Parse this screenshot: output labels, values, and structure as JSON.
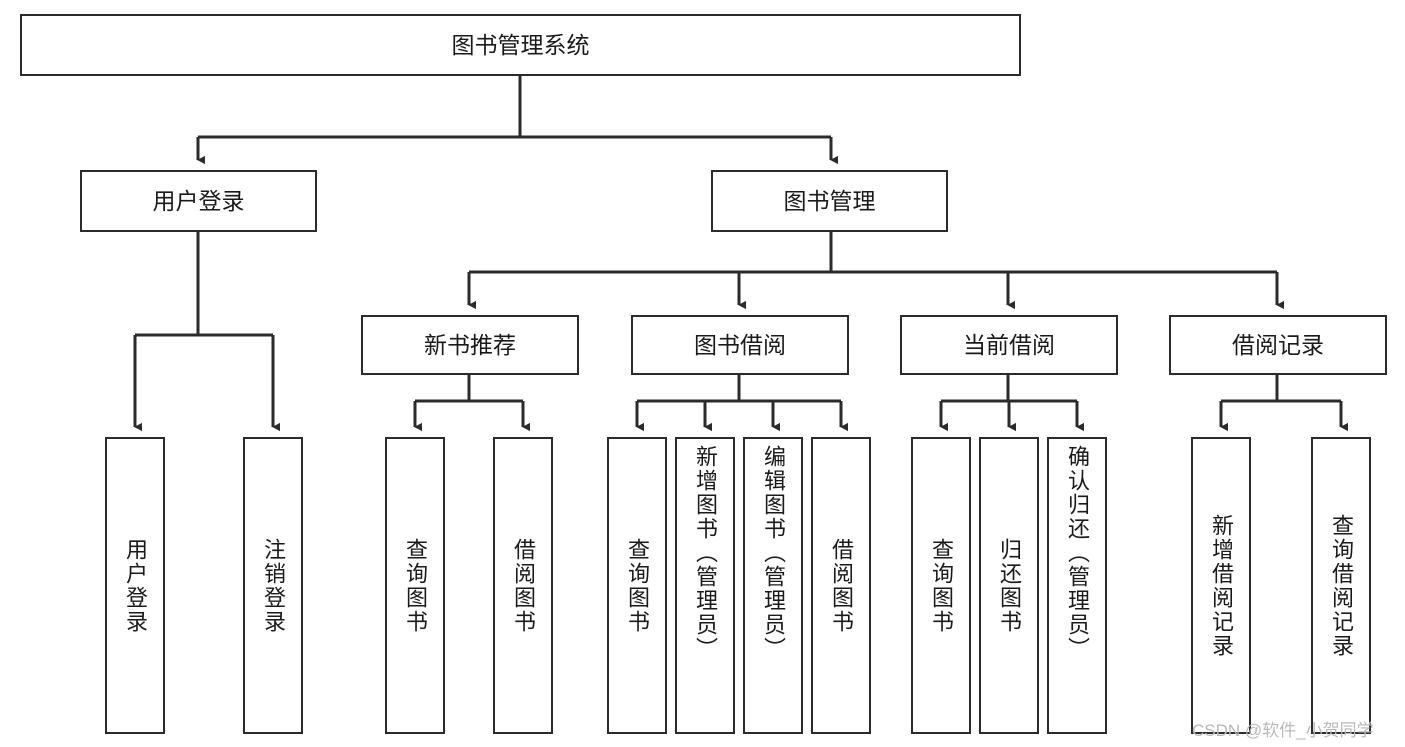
{
  "diagram": {
    "title_node": {
      "label": "图书管理系统"
    },
    "level2": [
      {
        "id": "user-login",
        "label": "用户登录"
      },
      {
        "id": "book-management",
        "label": "图书管理"
      }
    ],
    "level3": [
      {
        "id": "new-book-recommend",
        "label": "新书推荐"
      },
      {
        "id": "book-borrow",
        "label": "图书借阅"
      },
      {
        "id": "current-borrow",
        "label": "当前借阅"
      },
      {
        "id": "borrow-record",
        "label": "借阅记录"
      }
    ],
    "leaves": [
      {
        "id": "leaf-user-login",
        "label": "用户登录",
        "parent": "user-login"
      },
      {
        "id": "leaf-logout",
        "label": "注销登录",
        "parent": "user-login"
      },
      {
        "id": "leaf-query-book-1",
        "label": "查询图书",
        "parent": "new-book-recommend"
      },
      {
        "id": "leaf-borrow-book-1",
        "label": "借阅图书",
        "parent": "new-book-recommend"
      },
      {
        "id": "leaf-query-book-2",
        "label": "查询图书",
        "parent": "book-borrow"
      },
      {
        "id": "leaf-add-book",
        "label": "新增图书（管理员）",
        "parent": "book-borrow"
      },
      {
        "id": "leaf-edit-book",
        "label": "编辑图书（管理员）",
        "parent": "book-borrow"
      },
      {
        "id": "leaf-borrow-book-2",
        "label": "借阅图书",
        "parent": "book-borrow"
      },
      {
        "id": "leaf-query-book-3",
        "label": "查询图书",
        "parent": "current-borrow"
      },
      {
        "id": "leaf-return-book",
        "label": "归还图书",
        "parent": "current-borrow"
      },
      {
        "id": "leaf-confirm-return",
        "label": "确认归还（管理员）",
        "parent": "current-borrow"
      },
      {
        "id": "leaf-add-record",
        "label": "新增借阅记录",
        "parent": "borrow-record"
      },
      {
        "id": "leaf-query-record",
        "label": "查询借阅记录",
        "parent": "borrow-record"
      }
    ],
    "colors": {
      "stroke": "#2b2b2b",
      "box_fill": "#ffffff",
      "text": "#1a1a1a",
      "watermark": "#b9b9b9",
      "background": "#ffffff"
    }
  },
  "watermark": {
    "text": "CSDN @软件_小贺同学"
  }
}
